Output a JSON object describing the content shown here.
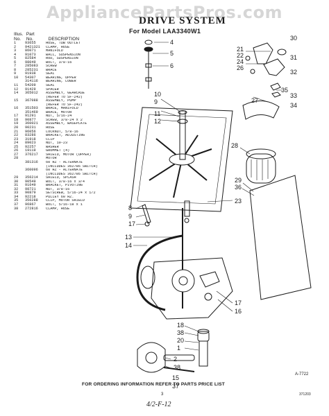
{
  "watermark": "AppliancePartsPros.com",
  "title": "DRIVE SYSTEM",
  "model": "For Model LAA3340W1",
  "table": {
    "hdr_illus": "Illus.",
    "hdr_no": "No.",
    "hdr_part": "Part",
    "hdr_partno": "No.",
    "hdr_desc": "DESCRIPTION",
    "rows": [
      [
        "1",
        "93655",
        "HOSE, TUB OUTLET"
      ],
      [
        "2",
        "9421321",
        "CLAMP, HOSE"
      ],
      [
        "3",
        "86071",
        "MANIFOLD"
      ],
      [
        "4",
        "91073",
        "BALL, SUSPENSION"
      ],
      [
        "5",
        "82584",
        "ROD, SUSPENSION"
      ],
      [
        "6",
        "98049",
        "BOLT, 3/8-16"
      ],
      [
        "7",
        "285083",
        "SCREW"
      ],
      [
        "8",
        "285231",
        "BRACE"
      ],
      [
        "9",
        "91938",
        "SEAL"
      ],
      [
        "10",
        "54307",
        "BEARING, UPPER"
      ],
      [
        "",
        "314116",
        "BEARING, LOWER"
      ],
      [
        "11",
        "54209",
        "SEAL"
      ],
      [
        "12",
        "91429",
        "SPACER"
      ],
      [
        "14",
        "365012",
        "ASSEMBLY, GEARCASE"
      ],
      [
        "",
        "",
        "(REFER TO SF-242)"
      ],
      [
        "15",
        "367088",
        "ASSEMBLY, PUMP"
      ],
      [
        "",
        "",
        "(REFER TO SF-242)"
      ],
      [
        "16",
        "351503",
        "BRACE, MANIFOLD"
      ],
      [
        "",
        "351469",
        "BRACE, MOTOR"
      ],
      [
        "17",
        "91291",
        "NUT, 5/16-24"
      ],
      [
        "18",
        "90877",
        "SCREW, 3/8-24 x 2"
      ],
      [
        "19",
        "360021",
        "ASSEMBLY, BASEPLATE"
      ],
      [
        "20",
        "90231",
        "HOSE"
      ],
      [
        "21",
        "96056",
        "LOCKNUT, 5/8-16"
      ],
      [
        "22",
        "83286",
        "BRACKET, ADJUSTING"
      ],
      [
        "23",
        "31918",
        "CLIP"
      ],
      [
        "24",
        "89023",
        "NUT, 10-23"
      ],
      [
        "25",
        "92257",
        "WASHER"
      ],
      [
        "26",
        "19119",
        "GROMMET (4)"
      ],
      [
        "27",
        "376217",
        "SHIELD, MOTOR (UPPER)"
      ],
      [
        "28",
        "",
        "MOTOR"
      ],
      [
        "",
        "381316",
        "60 HZ - ALTERNATE"
      ],
      [
        "",
        "",
        "(INCLUDES 362786 SWITCH)"
      ],
      [
        "",
        "360096",
        "60 HZ - ALTERNATE"
      ],
      [
        "",
        "",
        "(INCLUDES 362786 SWITCH)"
      ],
      [
        "29",
        "356214",
        "SHIELD, SPLASH"
      ],
      [
        "30",
        "90549",
        "BOLT, 3/8-16 x 3/4"
      ],
      [
        "31",
        "91649",
        "BRACKET, PIVOTING"
      ],
      [
        "32",
        "98721",
        "NUT, 3/8-16"
      ],
      [
        "33",
        "90879",
        "SETSCREW, 5/16-24 x 1/2"
      ],
      [
        "34",
        "92218",
        "PULLEY 60 HZ."
      ],
      [
        "35",
        "356288",
        "CLIP, MOTOR SHIELD"
      ],
      [
        "37",
        "96867",
        "BOLT, 5/16-18 x 1"
      ],
      [
        "38",
        "272816",
        "CLAMP, HOSE"
      ]
    ]
  },
  "callouts": [
    "4",
    "5",
    "6",
    "10",
    "9",
    "11",
    "12",
    "8",
    "9",
    "17",
    "13",
    "14",
    "30",
    "21",
    "22",
    "24",
    "26",
    "31",
    "32",
    "35",
    "33",
    "27",
    "34",
    "28",
    "29",
    "36",
    "23",
    "17",
    "16",
    "18",
    "38",
    "20",
    "1",
    "2",
    "38",
    "15",
    "37"
  ],
  "ref_code": "A-7722",
  "footer": "FOR ORDERING INFORMATION REFER TO PARTS PRICE LIST",
  "page_number": "3",
  "doc_number": "371203",
  "signature": "4/2-F-12"
}
